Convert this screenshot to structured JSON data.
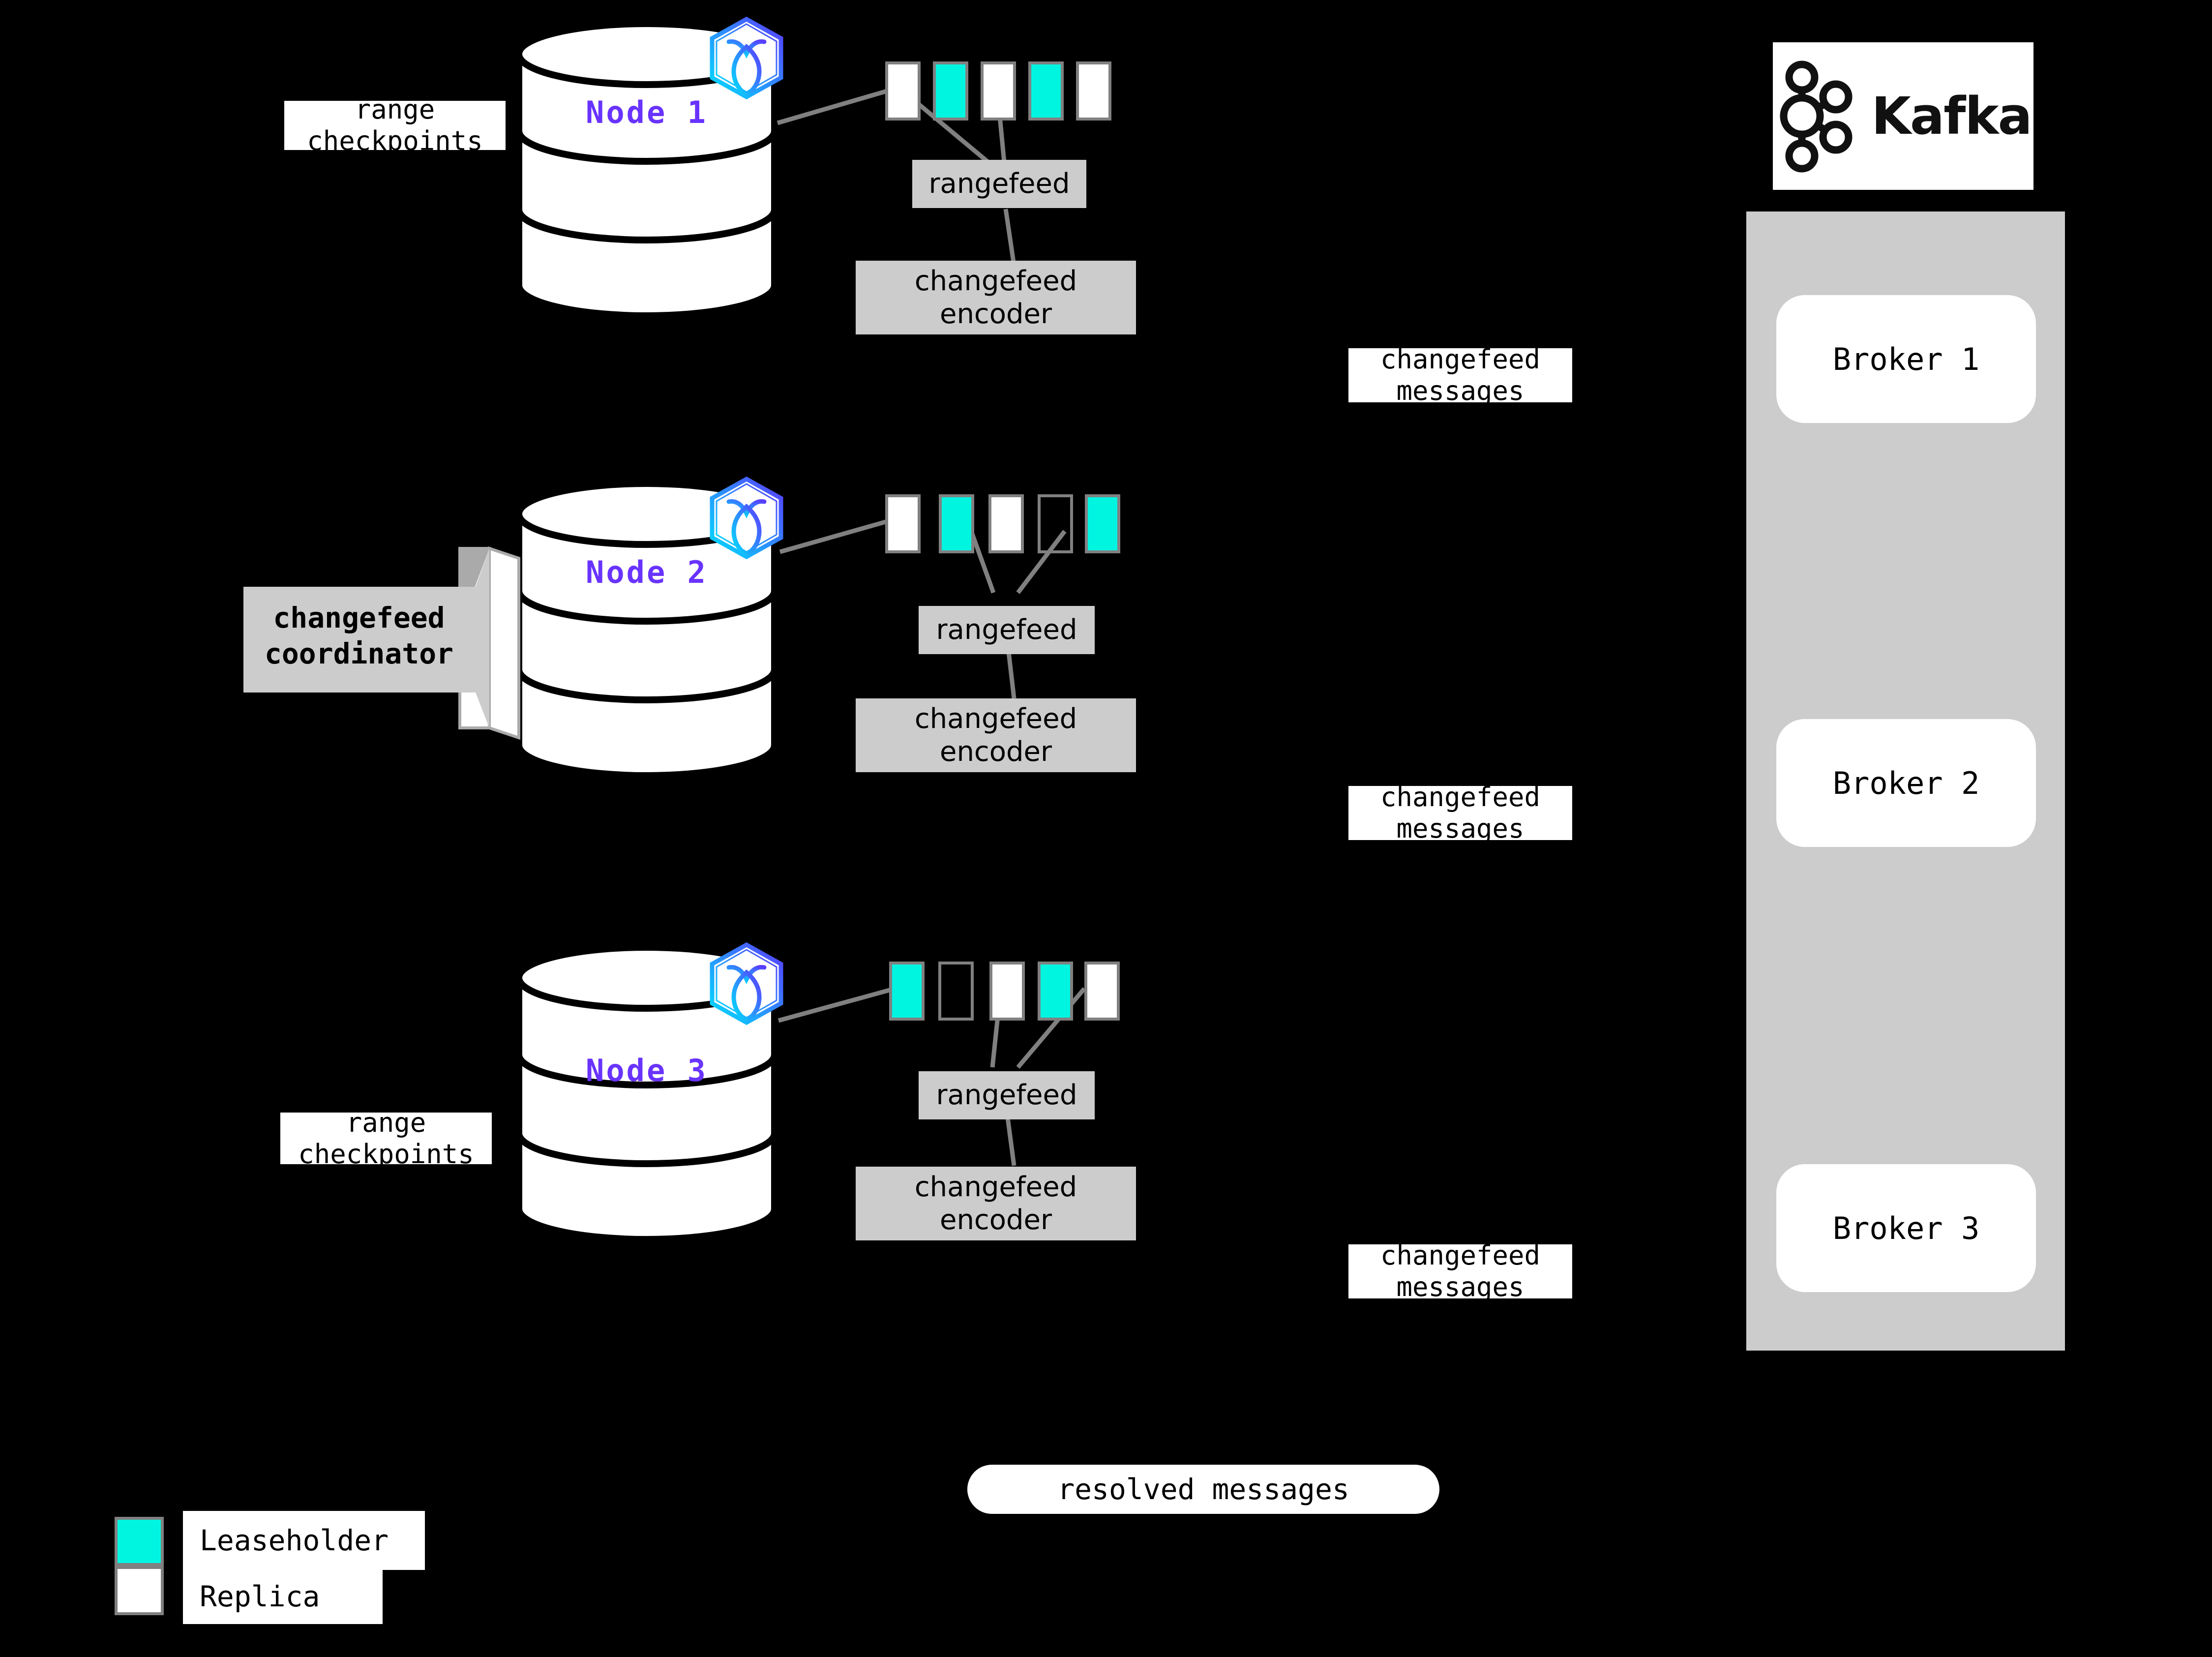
{
  "diagram": {
    "title": "CockroachDB changefeed architecture",
    "background_color": "#000000",
    "accent_purple": "#6933FF",
    "leaseholder_color": "#00F5E1",
    "replica_color": "#FFFFFF",
    "component_gray": "#CCCCCC",
    "stroke_gray": "#808080"
  },
  "nodes": [
    {
      "id": "node1",
      "label": "Node 1",
      "logo_icon": "cockroachdb-hexagon-icon",
      "side_label": "range\ncheckpoints",
      "side_label_line1": "range",
      "side_label_line2": "checkpoints",
      "ranges": [
        {
          "kind": "replica"
        },
        {
          "kind": "leaseholder"
        },
        {
          "kind": "replica"
        },
        {
          "kind": "leaseholder"
        },
        {
          "kind": "replica"
        }
      ],
      "rangefeed_label": "rangefeed",
      "encoder_label_line1": "changefeed",
      "encoder_label_line2": "encoder",
      "messages_label_line1": "changefeed",
      "messages_label_line2": "messages"
    },
    {
      "id": "node2",
      "label": "Node 2",
      "logo_icon": "cockroachdb-hexagon-icon",
      "coordinator_label_line1": "changefeed",
      "coordinator_label_line2": "coordinator",
      "ranges": [
        {
          "kind": "replica"
        },
        {
          "kind": "leaseholder"
        },
        {
          "kind": "replica"
        },
        {
          "kind": "empty"
        },
        {
          "kind": "leaseholder"
        }
      ],
      "rangefeed_label": "rangefeed",
      "encoder_label_line1": "changefeed",
      "encoder_label_line2": "encoder",
      "messages_label_line1": "changefeed",
      "messages_label_line2": "messages"
    },
    {
      "id": "node3",
      "label": "Node 3",
      "logo_icon": "cockroachdb-hexagon-icon",
      "side_label_line1": "range",
      "side_label_line2": "checkpoints",
      "ranges": [
        {
          "kind": "leaseholder"
        },
        {
          "kind": "empty"
        },
        {
          "kind": "replica"
        },
        {
          "kind": "leaseholder"
        },
        {
          "kind": "replica"
        }
      ],
      "rangefeed_label": "rangefeed",
      "encoder_label_line1": "changefeed",
      "encoder_label_line2": "encoder",
      "messages_label_line1": "changefeed",
      "messages_label_line2": "messages"
    }
  ],
  "kafka": {
    "logo_icon": "kafka-logo-icon",
    "wordmark": "Kafka",
    "brokers": [
      {
        "label": "Broker 1"
      },
      {
        "label": "Broker 2"
      },
      {
        "label": "Broker 3"
      }
    ]
  },
  "resolved": {
    "label": "resolved messages"
  },
  "legend": {
    "items": [
      {
        "swatch": "leaseholder",
        "label": "Leaseholder"
      },
      {
        "swatch": "replica",
        "label": "Replica"
      }
    ]
  }
}
